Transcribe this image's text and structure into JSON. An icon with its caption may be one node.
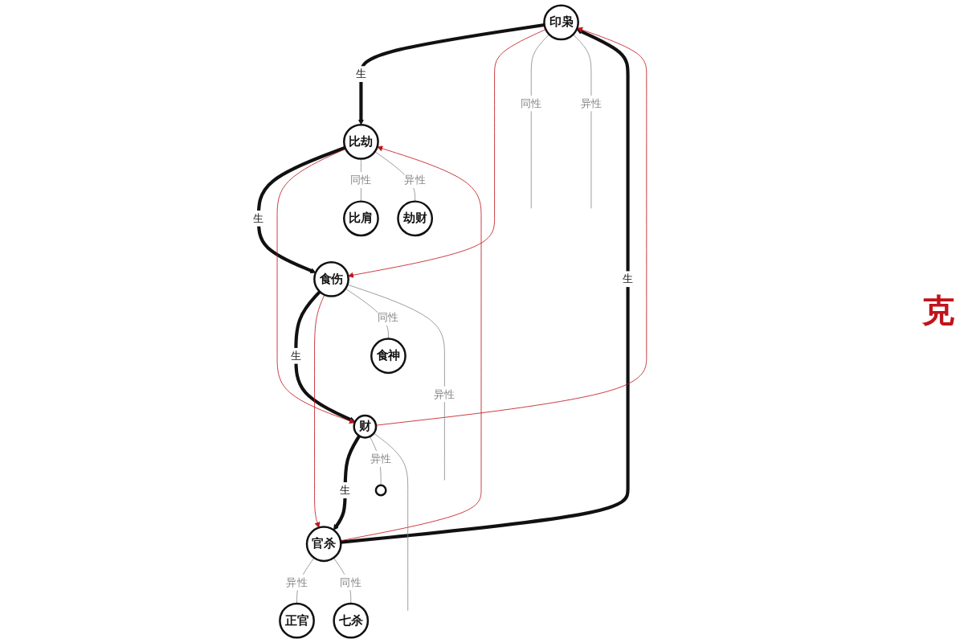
{
  "diagram": {
    "nodes": [
      {
        "text": [
          "正官"
        ]
      },
      {
        "text": [
          "印枭"
        ]
      },
      {
        "text": [
          "比肩"
        ]
      },
      {
        "text": [
          "官杀"
        ]
      },
      {
        "text": [
          "比劫"
        ]
      },
      {
        "text": [
          "七杀"
        ]
      },
      {
        "text": [
          "劫财"
        ]
      },
      {
        "text": [
          "财"
        ]
      },
      {
        "text": [
          "食伤"
        ]
      },
      {
        "text": [
          "食神"
        ]
      },
      {
        "text": [],
        "shape": "circle"
      }
    ],
    "edges": [
      {
        "from": 3,
        "to": 1,
        "arrow": "to",
        "label": "生",
        "style": "thick",
        "color": "#111111"
      },
      {
        "from": 1,
        "to": 4,
        "arrow": "to",
        "label": "生",
        "style": "thick",
        "color": "#111111"
      },
      {
        "from": 4,
        "to": 8,
        "arrow": "to",
        "label": "生",
        "style": "thick",
        "color": "#111111"
      },
      {
        "from": 8,
        "to": 7,
        "arrow": "to",
        "label": "生",
        "style": "thick",
        "color": "#111111"
      },
      {
        "from": 7,
        "to": 3,
        "arrow": "to",
        "label": "生",
        "style": "thick",
        "color": "#111111"
      },
      {
        "from": 3,
        "to": 4,
        "arrow": "to",
        "color": "#c0141c"
      },
      {
        "from": 4,
        "to": 7,
        "arrow": "to",
        "color": "#c0141c"
      },
      {
        "from": 7,
        "to": 1,
        "arrow": "to",
        "color": "#c0141c"
      },
      {
        "from": 1,
        "to": 8,
        "arrow": "to",
        "color": "#c0141c"
      },
      {
        "from": 8,
        "to": 3,
        "arrow": "to",
        "color": "#c0141c"
      },
      {
        "from": 1,
        "to": null,
        "arrow": "none",
        "label": "同性"
      },
      {
        "from": 1,
        "to": null,
        "arrow": "none",
        "label": "异性"
      },
      {
        "from": 3,
        "to": 0,
        "arrow": "none",
        "label": "异性"
      },
      {
        "from": 3,
        "to": 5,
        "arrow": "none",
        "label": "同性"
      },
      {
        "from": 4,
        "to": 2,
        "arrow": "none",
        "label": "同性"
      },
      {
        "from": 4,
        "to": 6,
        "arrow": "none",
        "label": "异性"
      },
      {
        "from": 8,
        "to": 9,
        "arrow": "none",
        "label": "同性"
      },
      {
        "from": 8,
        "to": null,
        "arrow": "none",
        "label": "异性"
      },
      {
        "from": 7,
        "to": 10,
        "arrow": "none",
        "label": "异性"
      },
      {
        "from": 7,
        "to": null,
        "arrow": "none"
      }
    ],
    "labels": [
      "克"
    ]
  }
}
